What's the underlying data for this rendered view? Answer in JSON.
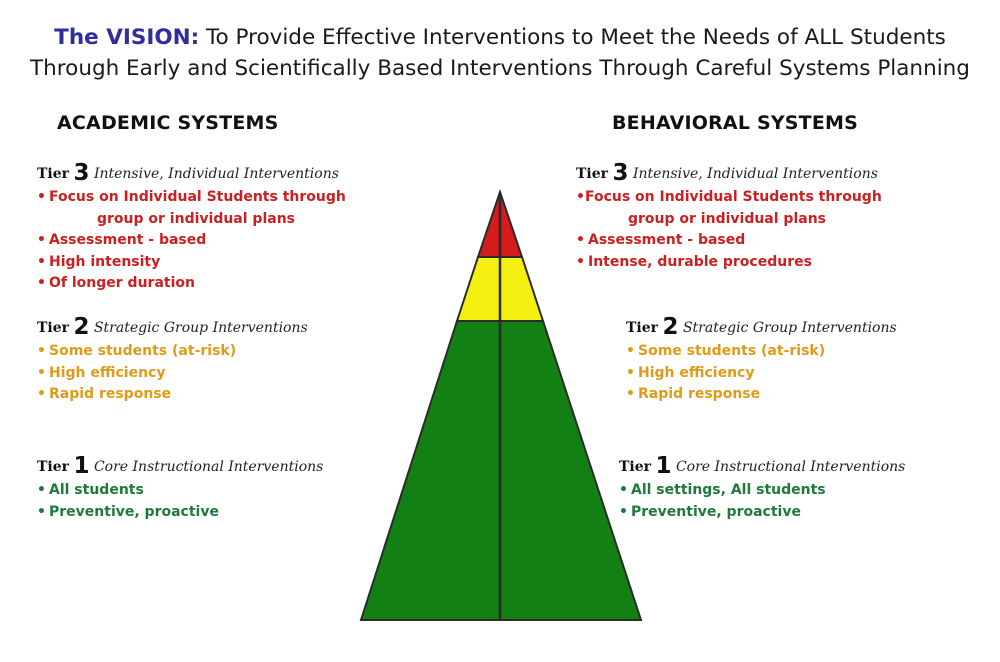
{
  "title": {
    "vision_label": "The VISION:",
    "line1_rest": "To Provide Effective Interventions to Meet the Needs of ALL Students",
    "line2": "Through Early and Scientifically Based Interventions Through Careful Systems Planning"
  },
  "academic": {
    "heading": "ACADEMIC SYSTEMS",
    "tier3": {
      "word": "Tier",
      "num": "3",
      "desc": "Intensive, Individual Interventions",
      "items": [
        "Focus on Individual Students through",
        "group or individual plans",
        "Assessment - based",
        "High intensity",
        "Of longer duration"
      ]
    },
    "tier2": {
      "word": "Tier",
      "num": "2",
      "desc": "Strategic Group Interventions",
      "items": [
        "Some students (at-risk)",
        "High efficiency",
        "Rapid response"
      ]
    },
    "tier1": {
      "word": "Tier",
      "num": "1",
      "desc": "Core Instructional Interventions",
      "items": [
        "All students",
        "Preventive,  proactive"
      ]
    }
  },
  "behavioral": {
    "heading": "BEHAVIORAL SYSTEMS",
    "tier3": {
      "word": "Tier",
      "num": "3",
      "desc": "Intensive, Individual Interventions",
      "items": [
        "•Focus on Individual Students through",
        "group or individual plans",
        "Assessment - based",
        "Intense, durable procedures"
      ]
    },
    "tier2": {
      "word": "Tier",
      "num": "2",
      "desc": "Strategic Group Interventions",
      "items": [
        "Some students (at-risk)",
        "High efficiency",
        "Rapid response"
      ]
    },
    "tier1": {
      "word": "Tier",
      "num": "1",
      "desc": "Core Instructional Interventions",
      "items": [
        "All settings, All students",
        "Preventive,  proactive"
      ]
    }
  },
  "colors": {
    "tier3": "#d41c1c",
    "tier2": "#f5ef12",
    "tier1": "#128012",
    "red_text": "#cc1f1f",
    "gold_text": "#e09a17",
    "green_text": "#1d7a3a",
    "vision": "#2e2ea0"
  }
}
